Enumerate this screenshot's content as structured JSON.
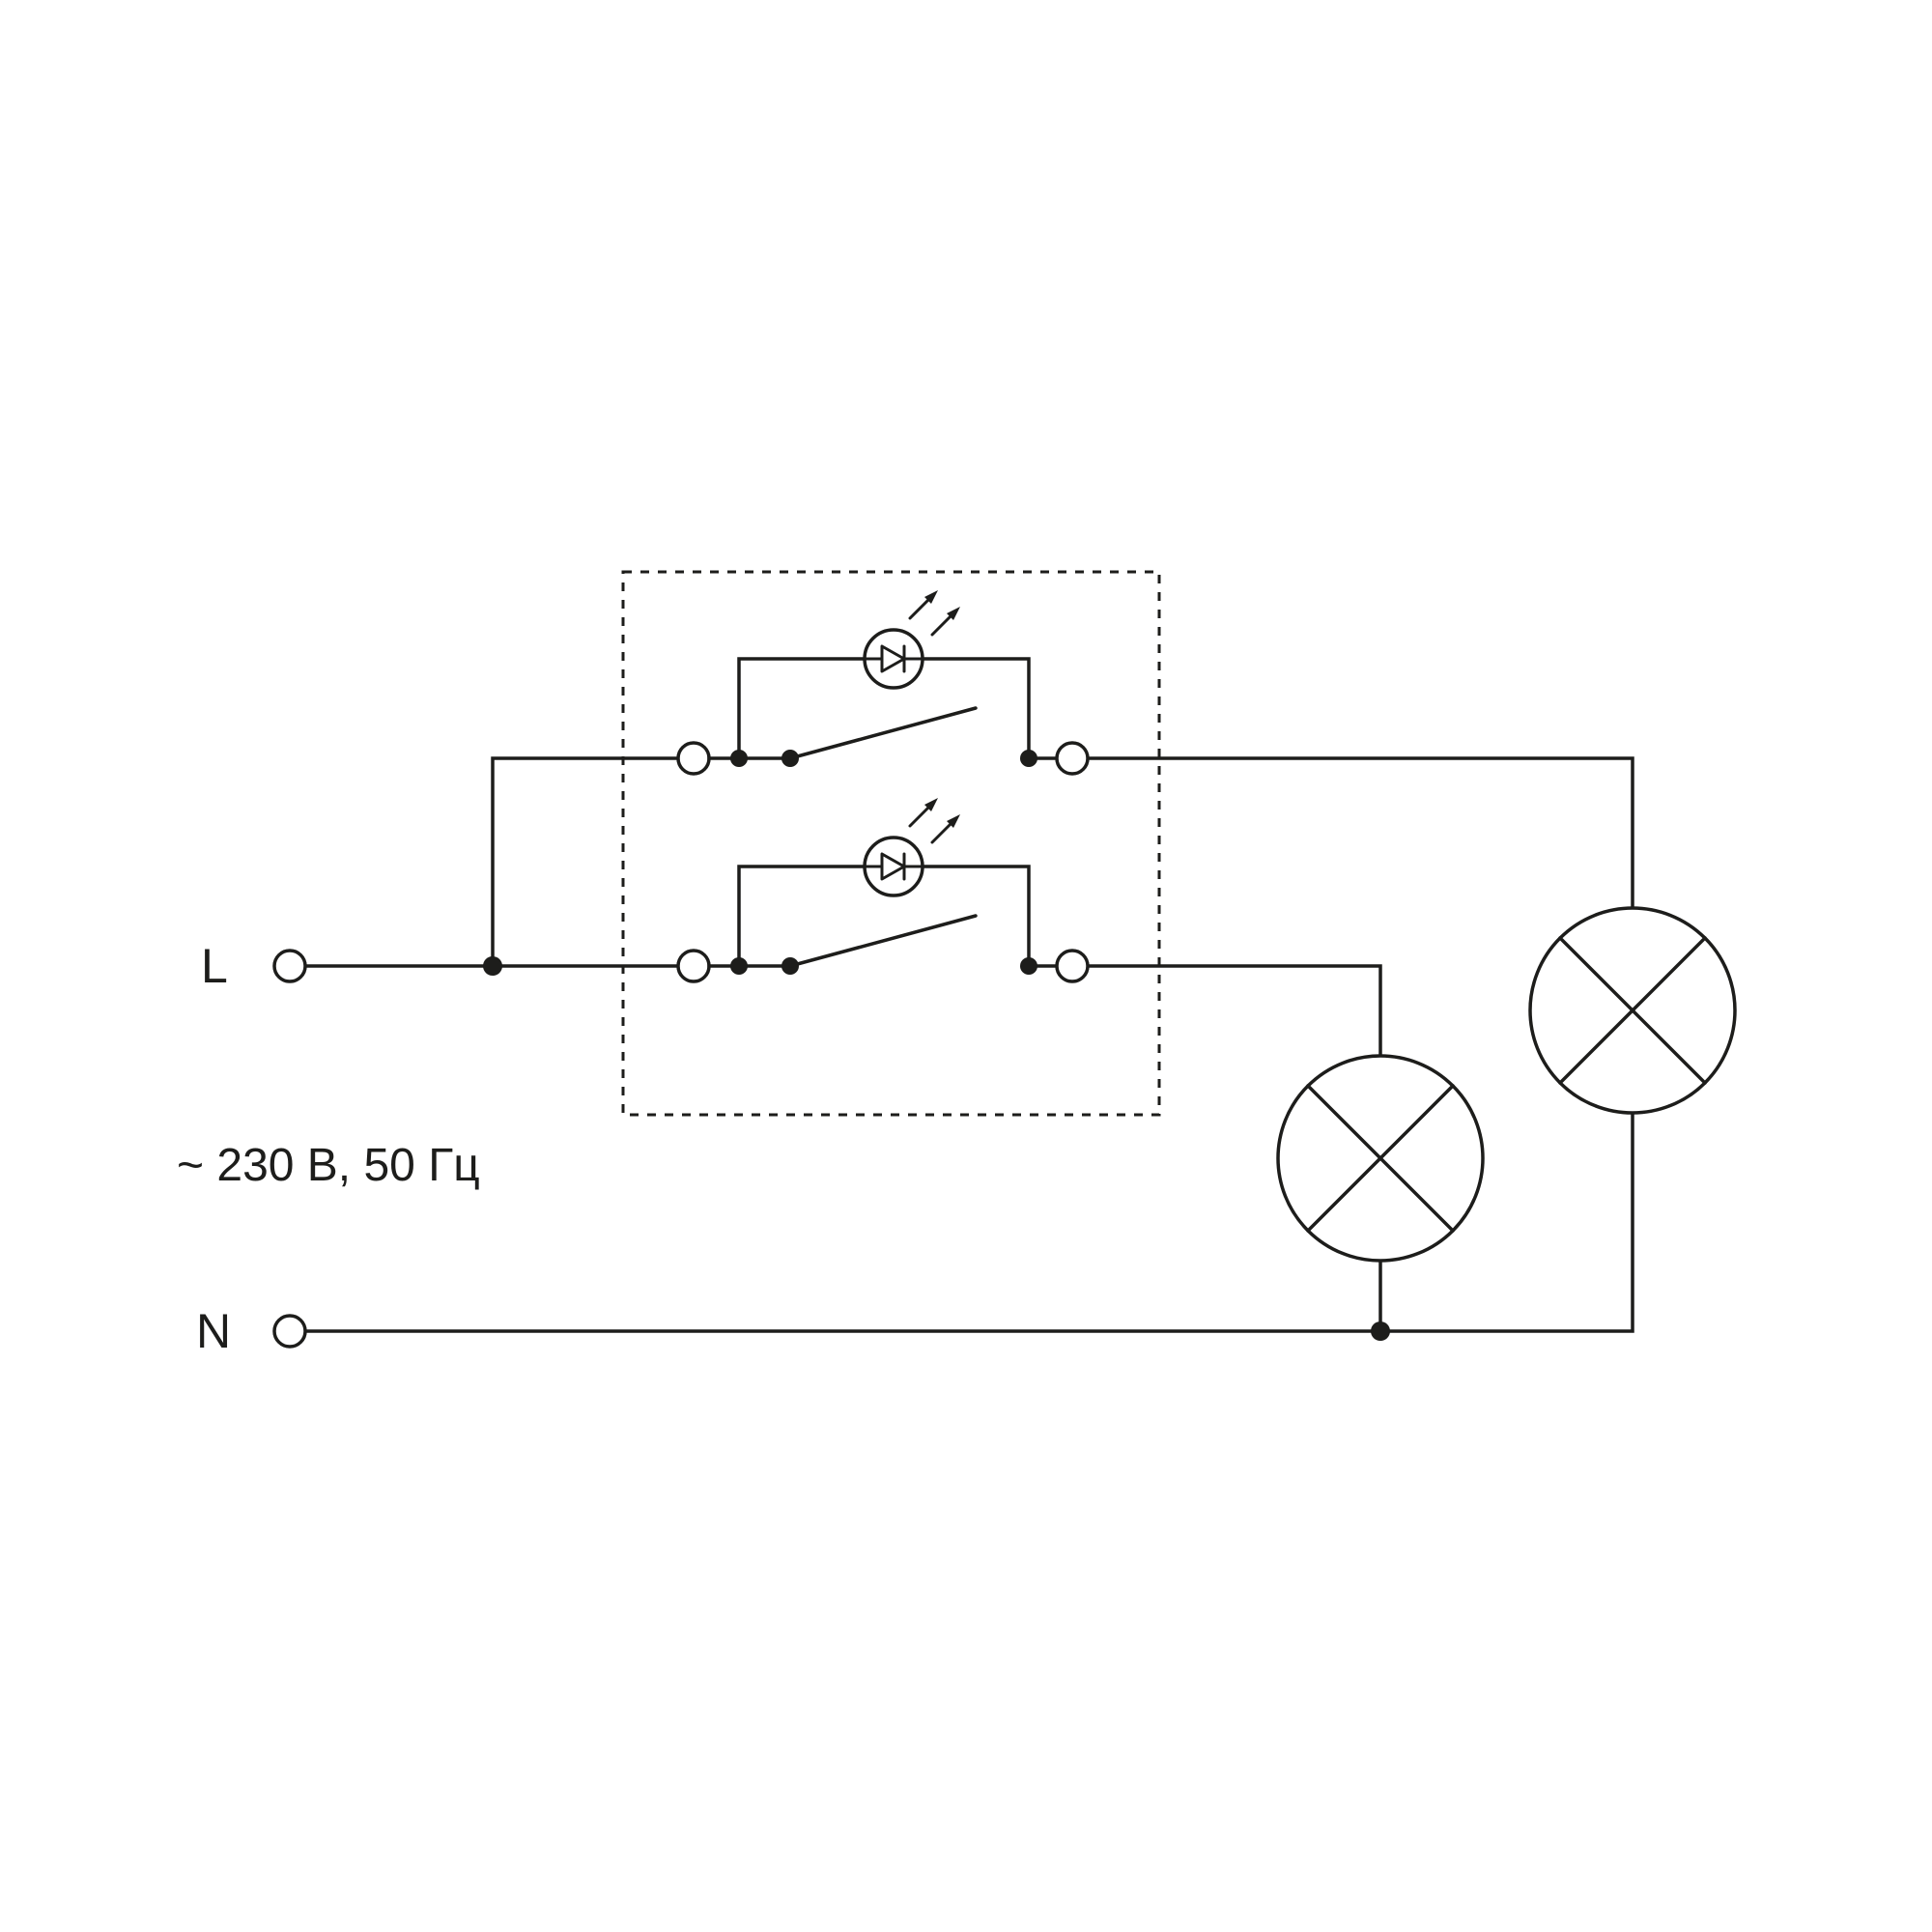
{
  "diagram": {
    "labels": {
      "line": "L",
      "neutral": "N",
      "voltage": "~ 230 В, 50 Гц"
    },
    "colors": {
      "line": "#1d1d1b",
      "background": "#ffffff"
    }
  }
}
